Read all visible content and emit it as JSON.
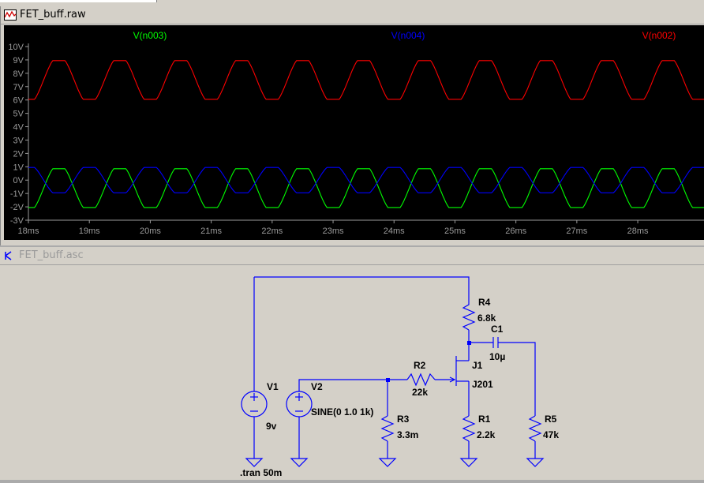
{
  "waveform_window": {
    "title": "FET_buff.raw",
    "traces": [
      {
        "name": "V(n003)",
        "color": "#00ff00"
      },
      {
        "name": "V(n004)",
        "color": "#0000ff"
      },
      {
        "name": "V(n002)",
        "color": "#ff0000"
      }
    ],
    "y_ticks": [
      "10V",
      "9V",
      "8V",
      "7V",
      "6V",
      "5V",
      "4V",
      "3V",
      "2V",
      "1V",
      "0V",
      "-1V",
      "-2V",
      "-3V"
    ],
    "x_ticks": [
      "18ms",
      "19ms",
      "20ms",
      "21ms",
      "22ms",
      "23ms",
      "24ms",
      "25ms",
      "26ms",
      "27ms",
      "28ms"
    ]
  },
  "chart_data": {
    "type": "line",
    "xlabel": "",
    "ylabel": "",
    "xlim": [
      18,
      29.1
    ],
    "ylim": [
      -3,
      10
    ],
    "x_unit": "ms",
    "y_unit": "V",
    "frequency_khz": 1,
    "series": [
      {
        "name": "V(n002)",
        "color": "#ff0000",
        "offset": 7.5,
        "amplitude": 1.45,
        "min": 6.05,
        "max": 8.95,
        "phase_ms_at_max": 18.5
      },
      {
        "name": "V(n003)",
        "color": "#00ff00",
        "offset": -0.6,
        "amplitude": 1.45,
        "min": -2.05,
        "max": 0.85,
        "phase_ms_at_max": 18.5
      },
      {
        "name": "V(n004)",
        "color": "#0000ff",
        "offset": 0.0,
        "amplitude": 0.95,
        "min": -0.95,
        "max": 0.95,
        "phase_ms_at_max": 18.0
      }
    ]
  },
  "schematic_window": {
    "title": "FET_buff.asc",
    "labels": {
      "v1_name": "V1",
      "v1_value": "9v",
      "v2_name": "V2",
      "v2_value": "SINE(0 1.0 1k)",
      "r2_name": "R2",
      "r2_value": "22k",
      "r3_name": "R3",
      "r3_value": "3.3m",
      "r4_name": "R4",
      "r4_value": "6.8k",
      "r1_name": "R1",
      "r1_value": "2.2k",
      "r5_name": "R5",
      "r5_value": "47k",
      "c1_name": "C1",
      "c1_value": "10µ",
      "j1_name": "J1",
      "j1_value": "J201",
      "directive": ".tran 50m"
    }
  }
}
